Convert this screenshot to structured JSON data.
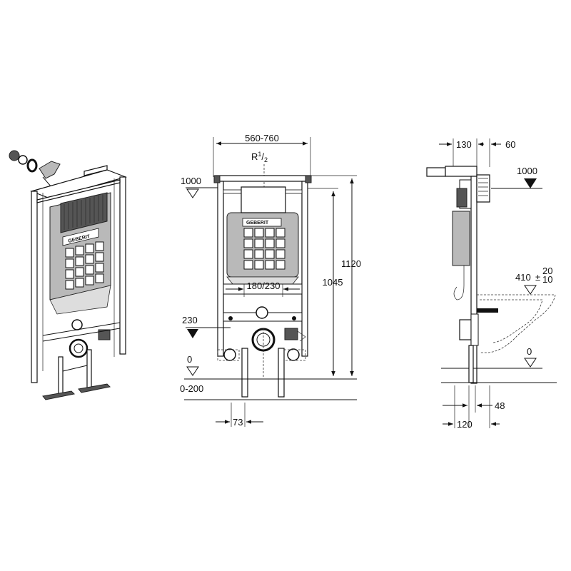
{
  "brand": "GEBERIT",
  "front": {
    "width": "560-760",
    "thread": "R",
    "thread_sup": "1",
    "thread_sub": "2",
    "level_top": "1000",
    "level_230": "230",
    "level_zero": "0",
    "floor_range": "0-200",
    "outlet_spacing": "180/230",
    "height_1045": "1045",
    "height_1120": "1120",
    "offset_73": "73"
  },
  "side": {
    "depth_130": "130",
    "depth_60": "60",
    "level_top": "1000",
    "level_410": "410",
    "tol_plus": "20",
    "tol_minus": "10",
    "level_zero": "0",
    "dim_48": "48",
    "dim_120": "120"
  }
}
